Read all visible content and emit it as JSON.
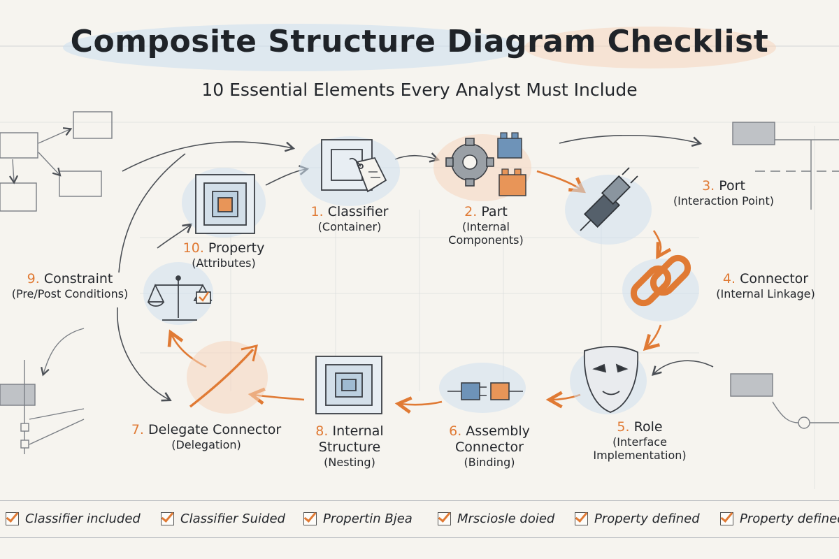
{
  "title": "Composite Structure Diagram Checklist",
  "subtitle": "10 Essential Elements Every Analyst Must Include",
  "colors": {
    "accent": "#e07a34",
    "ink": "#23262b",
    "wash_blue": "#cfe0ee",
    "wash_orange": "#f6d6bd",
    "paper": "#f6f4ef"
  },
  "elements": [
    {
      "num": "1.",
      "name": "Classifier",
      "sub1": "(Container)",
      "sub2": "",
      "icon": "classifier-tag-icon"
    },
    {
      "num": "2.",
      "name": "Part",
      "sub1": "(Internal",
      "sub2": "Components)",
      "icon": "gear-blocks-icon"
    },
    {
      "num": "3.",
      "name": "Port",
      "sub1": "(Interaction Point)",
      "sub2": "",
      "icon": "plug-icon"
    },
    {
      "num": "4.",
      "name": "Connector",
      "sub1": "(Internal Linkage)",
      "sub2": "",
      "icon": "chain-link-icon"
    },
    {
      "num": "5.",
      "name": "Role",
      "sub1": "(Interface",
      "sub2": "Implementation)",
      "icon": "mask-icon"
    },
    {
      "num": "6.",
      "name": "Assembly",
      "name2": "Connector",
      "sub1": "(Binding)",
      "icon": "plug-pair-icon"
    },
    {
      "num": "7.",
      "name": "Delegate Connector",
      "sub1": "(Delegation)",
      "sub2": "",
      "icon": "delegate-arrow-icon"
    },
    {
      "num": "8.",
      "name": "Internal",
      "name2": "Structure",
      "sub1": "(Nesting)",
      "icon": "nested-box-icon"
    },
    {
      "num": "9.",
      "name": "Constraint",
      "sub1": "(Pre/Post Conditions)",
      "sub2": "",
      "icon": "scales-icon"
    },
    {
      "num": "10.",
      "name": "Property",
      "sub1": "(Attributes)",
      "sub2": "",
      "icon": "nested-square-icon"
    }
  ],
  "checklist": [
    {
      "label": "Classifier included"
    },
    {
      "label": "Classifier Suided"
    },
    {
      "label": "Propertin Bjea"
    },
    {
      "label": "Mrsciosle doied"
    },
    {
      "label": "Property defined"
    },
    {
      "label": "Property defined"
    }
  ]
}
